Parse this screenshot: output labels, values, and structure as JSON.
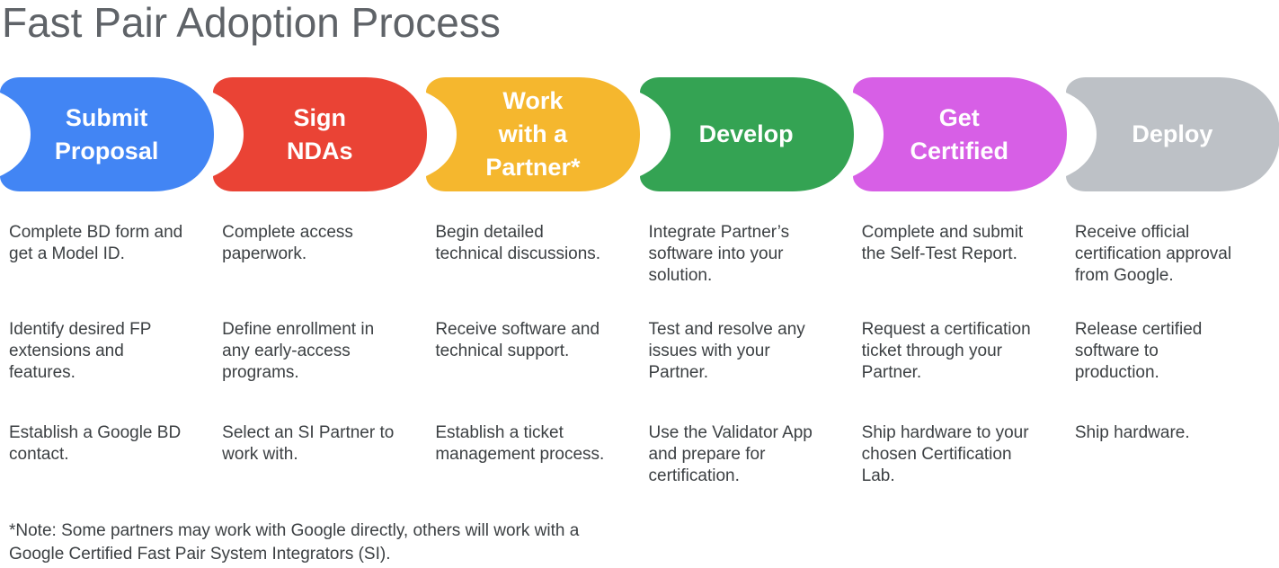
{
  "title": "Fast Pair Adoption Process",
  "stages": [
    {
      "name": "Submit Proposal",
      "label": "Submit\nProposal",
      "color": "#4285F4",
      "points": [
        "Complete BD form and\nget a Model ID.",
        "Identify desired FP\nextensions and\nfeatures.",
        "Establish a Google BD\ncontact."
      ]
    },
    {
      "name": "Sign NDAs",
      "label": "Sign\nNDAs",
      "color": "#EA4335",
      "points": [
        "Complete access\npaperwork.",
        "Define enrollment in\nany early-access\nprograms.",
        "Select an SI Partner to\nwork with."
      ]
    },
    {
      "name": "Work with a Partner*",
      "label": "Work\nwith a\nPartner*",
      "color": "#F5B72E",
      "points": [
        "Begin detailed\ntechnical discussions.",
        "Receive software and\ntechnical support.",
        "Establish a ticket\nmanagement process."
      ]
    },
    {
      "name": "Develop",
      "label": "Develop",
      "color": "#34A353",
      "points": [
        "Integrate Partner’s\nsoftware into your\nsolution.",
        "Test and resolve any\nissues with your\nPartner.",
        "Use the Validator App\nand prepare for\ncertification."
      ]
    },
    {
      "name": "Get Certified",
      "label": "Get\nCertified",
      "color": "#D75FE6",
      "points": [
        "Complete and submit\nthe Self-Test Report.",
        "Request a certification\nticket through your\nPartner.",
        "Ship hardware to your\nchosen Certification\nLab."
      ]
    },
    {
      "name": "Deploy",
      "label": "Deploy",
      "color": "#BDC1C6",
      "points": [
        "Receive official\ncertification approval\nfrom Google.",
        "Release certified\nsoftware to\nproduction.",
        "Ship hardware."
      ]
    }
  ],
  "footnote": "*Note: Some partners may work with Google directly, others will work with a\nGoogle Certified Fast Pair System Integrators (SI)."
}
